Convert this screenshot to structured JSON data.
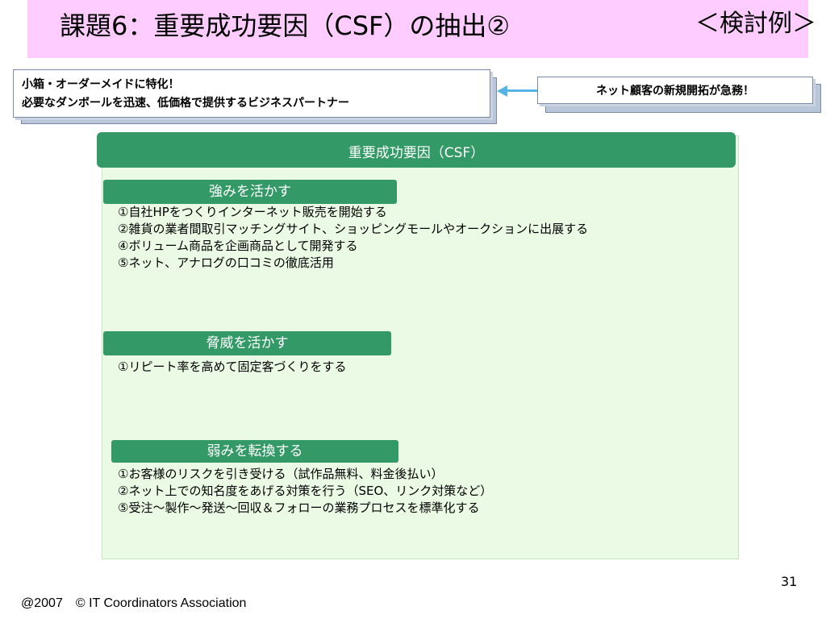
{
  "header": {
    "title": "課題6：重要成功要因（CSF）の抽出②",
    "tag": "＜検討例＞"
  },
  "callout_left": {
    "line1": "小箱・オーダーメイドに特化！",
    "line2": "必要なダンボールを迅速、低価格で提供するビジネスパートナー"
  },
  "callout_right": {
    "text": "ネット顧客の新規開拓が急務！"
  },
  "colors": {
    "title_bg": "#ffccff",
    "panel_green": "#339966",
    "panel_bg": "#eafae4",
    "arrow": "#55b4e6"
  },
  "panel": {
    "header": "重要成功要因（CSF）",
    "sections": [
      {
        "label": "強みを活かす",
        "items": [
          "①自社HPをつくりインターネット販売を開始する",
          "②雑貨の業者間取引マッチングサイト、ショッピングモールやオークションに出展する",
          "④ボリューム商品を企画商品として開発する",
          "⑤ネット、アナログの口コミの徹底活用"
        ]
      },
      {
        "label": "脅威を活かす",
        "items": [
          "①リピート率を高めて固定客づくりをする"
        ]
      },
      {
        "label": "弱みを転換する",
        "items": [
          "①お客様のリスクを引き受ける（試作品無料、料金後払い）",
          "②ネット上での知名度をあげる対策を行う（SEO、リンク対策など）",
          "⑤受注～製作～発送～回収＆フォローの業務プロセスを標準化する"
        ]
      }
    ]
  },
  "footer": {
    "copyright": "@2007　© IT Coordinators Association",
    "page_number": "31"
  }
}
